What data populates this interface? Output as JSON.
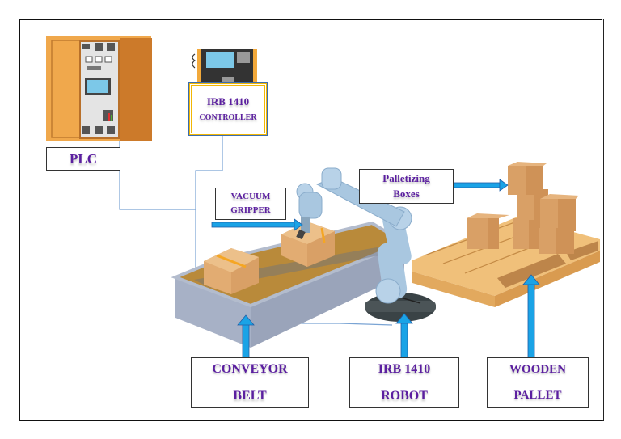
{
  "diagram": {
    "title": "",
    "labels": {
      "plc": [
        "PLC"
      ],
      "controller": [
        "IRB 1410",
        "CONTROLLER"
      ],
      "vacuum_gripper": [
        "VACUUM",
        "GRIPPER"
      ],
      "palletizing_boxes": [
        "Palletizing",
        "Boxes"
      ],
      "conveyor_belt": [
        "CONVEYOR",
        "BELT"
      ],
      "robot": [
        "IRB 1410",
        "ROBOT"
      ],
      "wooden_pallet": [
        "WOODEN",
        "PALLET"
      ]
    },
    "components": [
      {
        "id": "plc",
        "name": "PLC cabinet"
      },
      {
        "id": "controller",
        "name": "IRB 1410 controller"
      },
      {
        "id": "robot",
        "name": "IRB 1410 robot arm"
      },
      {
        "id": "gripper",
        "name": "Vacuum gripper"
      },
      {
        "id": "conveyor",
        "name": "Conveyor belt"
      },
      {
        "id": "pallet",
        "name": "Wooden pallet"
      },
      {
        "id": "boxes",
        "name": "Palletizing boxes"
      }
    ],
    "connections": [
      {
        "from": "plc",
        "to": "conveyor"
      },
      {
        "from": "controller",
        "to": "conveyor"
      },
      {
        "from": "conveyor",
        "to": "robot"
      }
    ],
    "colors": {
      "label_text": "#5b1fa0",
      "arrow_blue": "#1aa3e6",
      "wire_blue": "#7aa4d4",
      "cabinet_orange": "#f0a84c",
      "cabinet_dark": "#cc7a2a",
      "controller_border": "#f2b705",
      "box_tan": "#d9a066",
      "robot_blue": "#a9c7e0",
      "conveyor_gray": "#a3acc0",
      "belt_brown": "#b98a3a",
      "pallet_wood": "#f0c07a"
    }
  }
}
